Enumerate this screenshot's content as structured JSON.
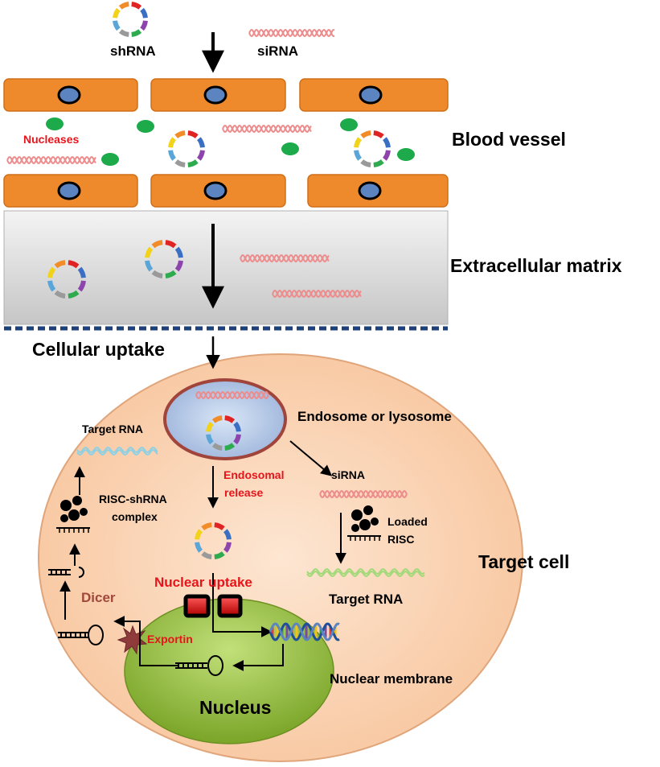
{
  "labels": {
    "shrna": "shRNA",
    "sirna_top": "siRNA",
    "nucleases": "Nucleases",
    "blood_vessel": "Blood vessel",
    "extracellular_matrix": "Extracellular matrix",
    "cellular_uptake": "Cellular uptake",
    "endosome": "Endosome or lysosome",
    "target_rna_left": "Target RNA",
    "risc_shrna_line1": "RISC-shRNA",
    "risc_shrna_line2": "complex",
    "endosomal_line1": "Endosomal",
    "endosomal_line2": "release",
    "sirna_right": "siRNA",
    "loaded_line1": "Loaded",
    "loaded_line2": "RISC",
    "target_cell": "Target cell",
    "target_rna_right": "Target RNA",
    "dicer": "Dicer",
    "nuclear_uptake": "Nuclear uptake",
    "exportin": "Exportin",
    "nuclear_membrane": "Nuclear membrane",
    "nucleus": "Nucleus"
  },
  "colors": {
    "endothelial_cell": "#ef8a2c",
    "cell_nucleus": "#5b84c0",
    "nuclease": "#1daa4b",
    "sirna_strand": "#ec8c8c",
    "target_rna_strand": "#8fd0e2",
    "target_cell_fill": "#f9cfae",
    "nucleus_fill": "#97c23b",
    "endosome_border": "#a0443c",
    "label_red": "#e8141b",
    "dicer_label": "#a0493b"
  },
  "plasmid_segment_colors": [
    "#e02424",
    "#3a6fc4",
    "#8e44ad",
    "#2eaa4f",
    "#9a9a9a",
    "#5aa6d8",
    "#f3d21a",
    "#f28c28"
  ]
}
